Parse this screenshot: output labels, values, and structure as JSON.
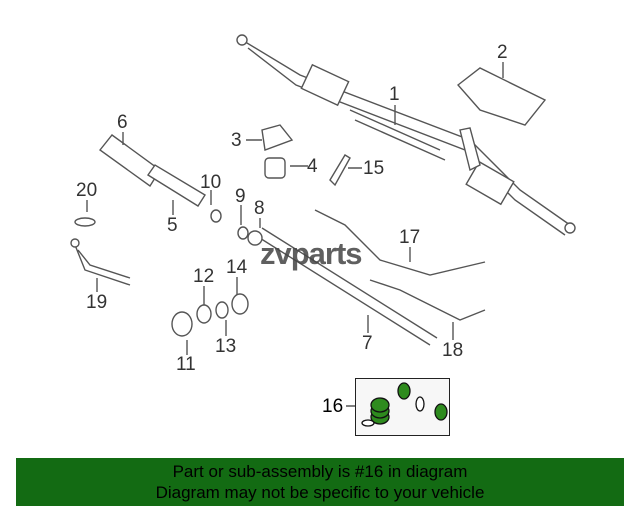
{
  "watermark": "zvparts",
  "callouts": [
    "1",
    "2",
    "3",
    "4",
    "5",
    "6",
    "7",
    "8",
    "9",
    "10",
    "11",
    "12",
    "13",
    "14",
    "15",
    "16",
    "17",
    "18",
    "19",
    "20"
  ],
  "highlight_color": "#2e8b1e",
  "banner": {
    "line1": "Part or sub-assembly is #16 in diagram",
    "line2": "Diagram may not be specific to your vehicle",
    "color": "#136b13"
  }
}
